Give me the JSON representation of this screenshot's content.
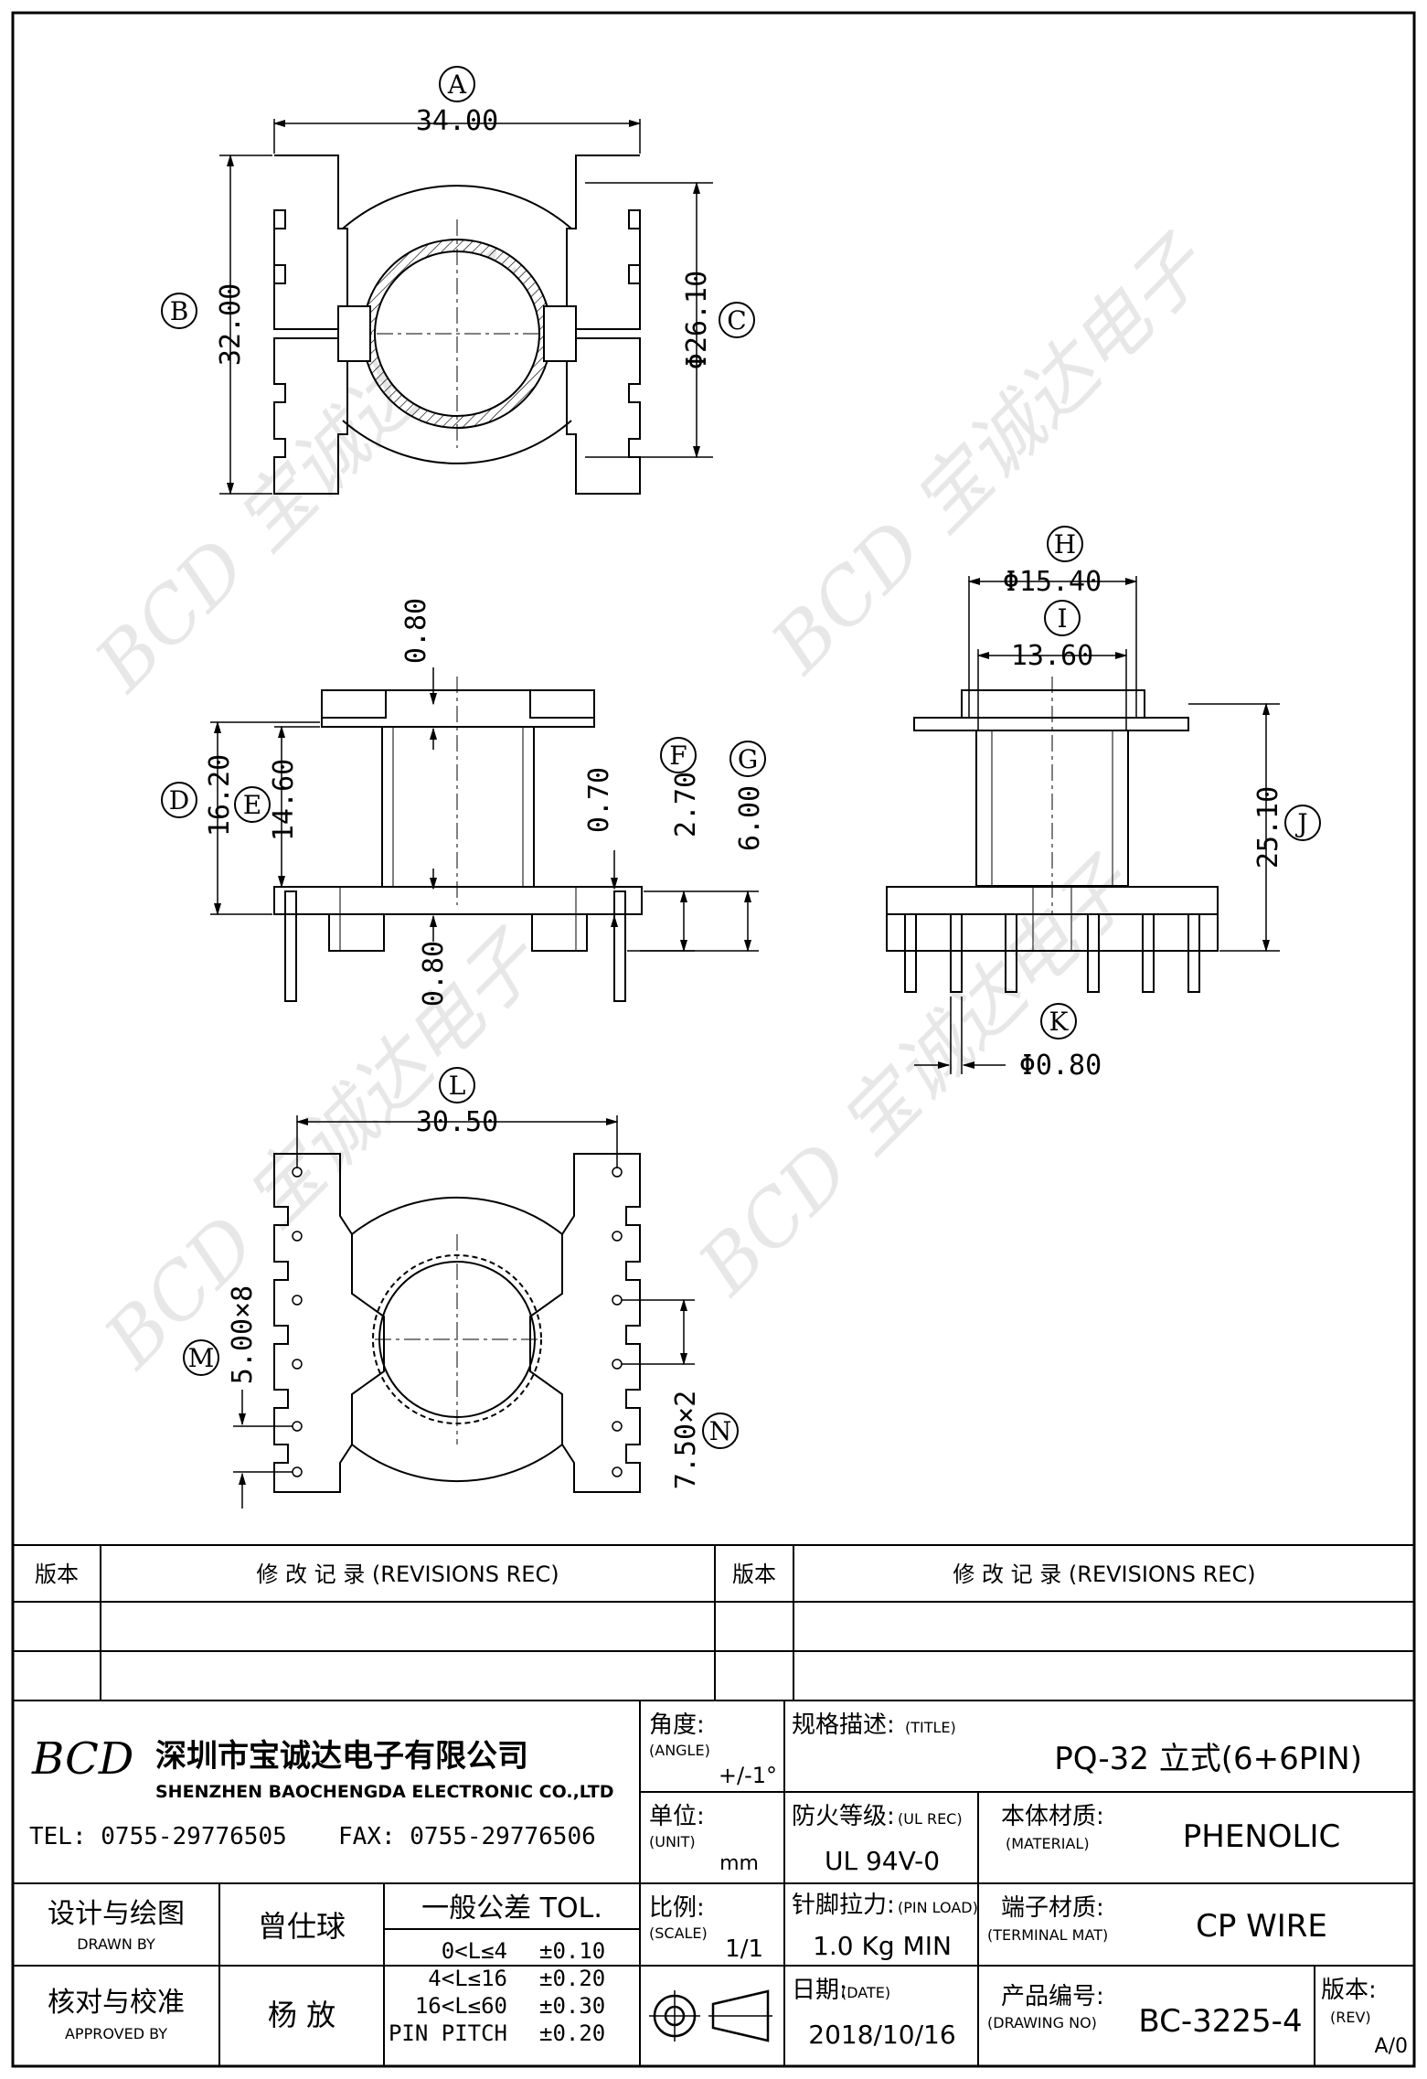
{
  "dimensions": {
    "A": {
      "letter": "A",
      "value": "34.00"
    },
    "B": {
      "letter": "B",
      "value": "32.00"
    },
    "C": {
      "letter": "C",
      "value": "Φ26.10"
    },
    "D": {
      "letter": "D",
      "value": "16.20"
    },
    "E": {
      "letter": "E",
      "value": "14.60"
    },
    "F": {
      "letter": "F",
      "value": "2.70"
    },
    "G": {
      "letter": "G",
      "value": "6.00"
    },
    "H": {
      "letter": "H",
      "value": "Φ15.40"
    },
    "I": {
      "letter": "I",
      "value": "13.60"
    },
    "J": {
      "letter": "J",
      "value": "25.10"
    },
    "K": {
      "letter": "K",
      "value": "Φ0.80"
    },
    "L": {
      "letter": "L",
      "value": "30.50"
    },
    "M": {
      "letter": "M",
      "value": "5.00×8"
    },
    "N": {
      "letter": "N",
      "value": "7.50×2"
    }
  },
  "extra_dims": {
    "wall_top": "0.80",
    "wall_bottom": "0.80",
    "wall_mid": "0.70"
  },
  "watermark": "BCD 宝诚达电子",
  "revisions": {
    "ver_label": "版本",
    "rec_label": "修 改 记 录 (REVISIONS REC)"
  },
  "company": {
    "logo": "BCD",
    "name_cn": "深圳市宝诚达电子有限公司",
    "name_en": "SHENZHEN BAOCHENGDA ELECTRONIC CO.,LTD",
    "tel": "TEL: 0755-29776505",
    "fax": "FAX: 0755-29776506"
  },
  "fields": {
    "angle_label": "角度:",
    "angle_en": "(ANGLE)",
    "angle_value": "+/-1°",
    "title_label": "规格描述:",
    "title_en": "(TITLE)",
    "title_value": "PQ-32 立式(6+6PIN)",
    "unit_label": "单位:",
    "unit_en": "(UNIT)",
    "unit_value": "mm",
    "ul_label": "防火等级:",
    "ul_en": "(UL REC)",
    "ul_value": "UL 94V-0",
    "material_label": "本体材质:",
    "material_en": "(MATERIAL)",
    "material_value": "PHENOLIC",
    "scale_label": "比例:",
    "scale_en": "(SCALE)",
    "scale_value": "1/1",
    "pinload_label": "针脚拉力:",
    "pinload_en": "(PIN LOAD)",
    "pinload_value": "1.0 Kg MIN",
    "terminal_label": "端子材质:",
    "terminal_en": "(TERMINAL MAT)",
    "terminal_value": "CP WIRE",
    "date_label": "日期:",
    "date_en": "(DATE)",
    "date_value": "2018/10/16",
    "drawno_label": "产品编号:",
    "drawno_en": "(DRAWING NO)",
    "drawno_value": "BC-3225-4",
    "rev_label": "版本:",
    "rev_en": "(REV)",
    "rev_value": "A/0"
  },
  "people": {
    "drawn_label": "设计与绘图",
    "drawn_en": "DRAWN BY",
    "drawn_name": "曾仕球",
    "approved_label": "核对与校准",
    "approved_en": "APPROVED BY",
    "approved_name": "杨  放"
  },
  "tolerance": {
    "title": "一般公差 TOL.",
    "rows": [
      {
        "range": "0<L≤4",
        "tol": "±0.10"
      },
      {
        "range": "4<L≤16",
        "tol": "±0.20"
      },
      {
        "range": "16<L≤60",
        "tol": "±0.30"
      },
      {
        "range": "PIN PITCH",
        "tol": "±0.20"
      }
    ]
  }
}
